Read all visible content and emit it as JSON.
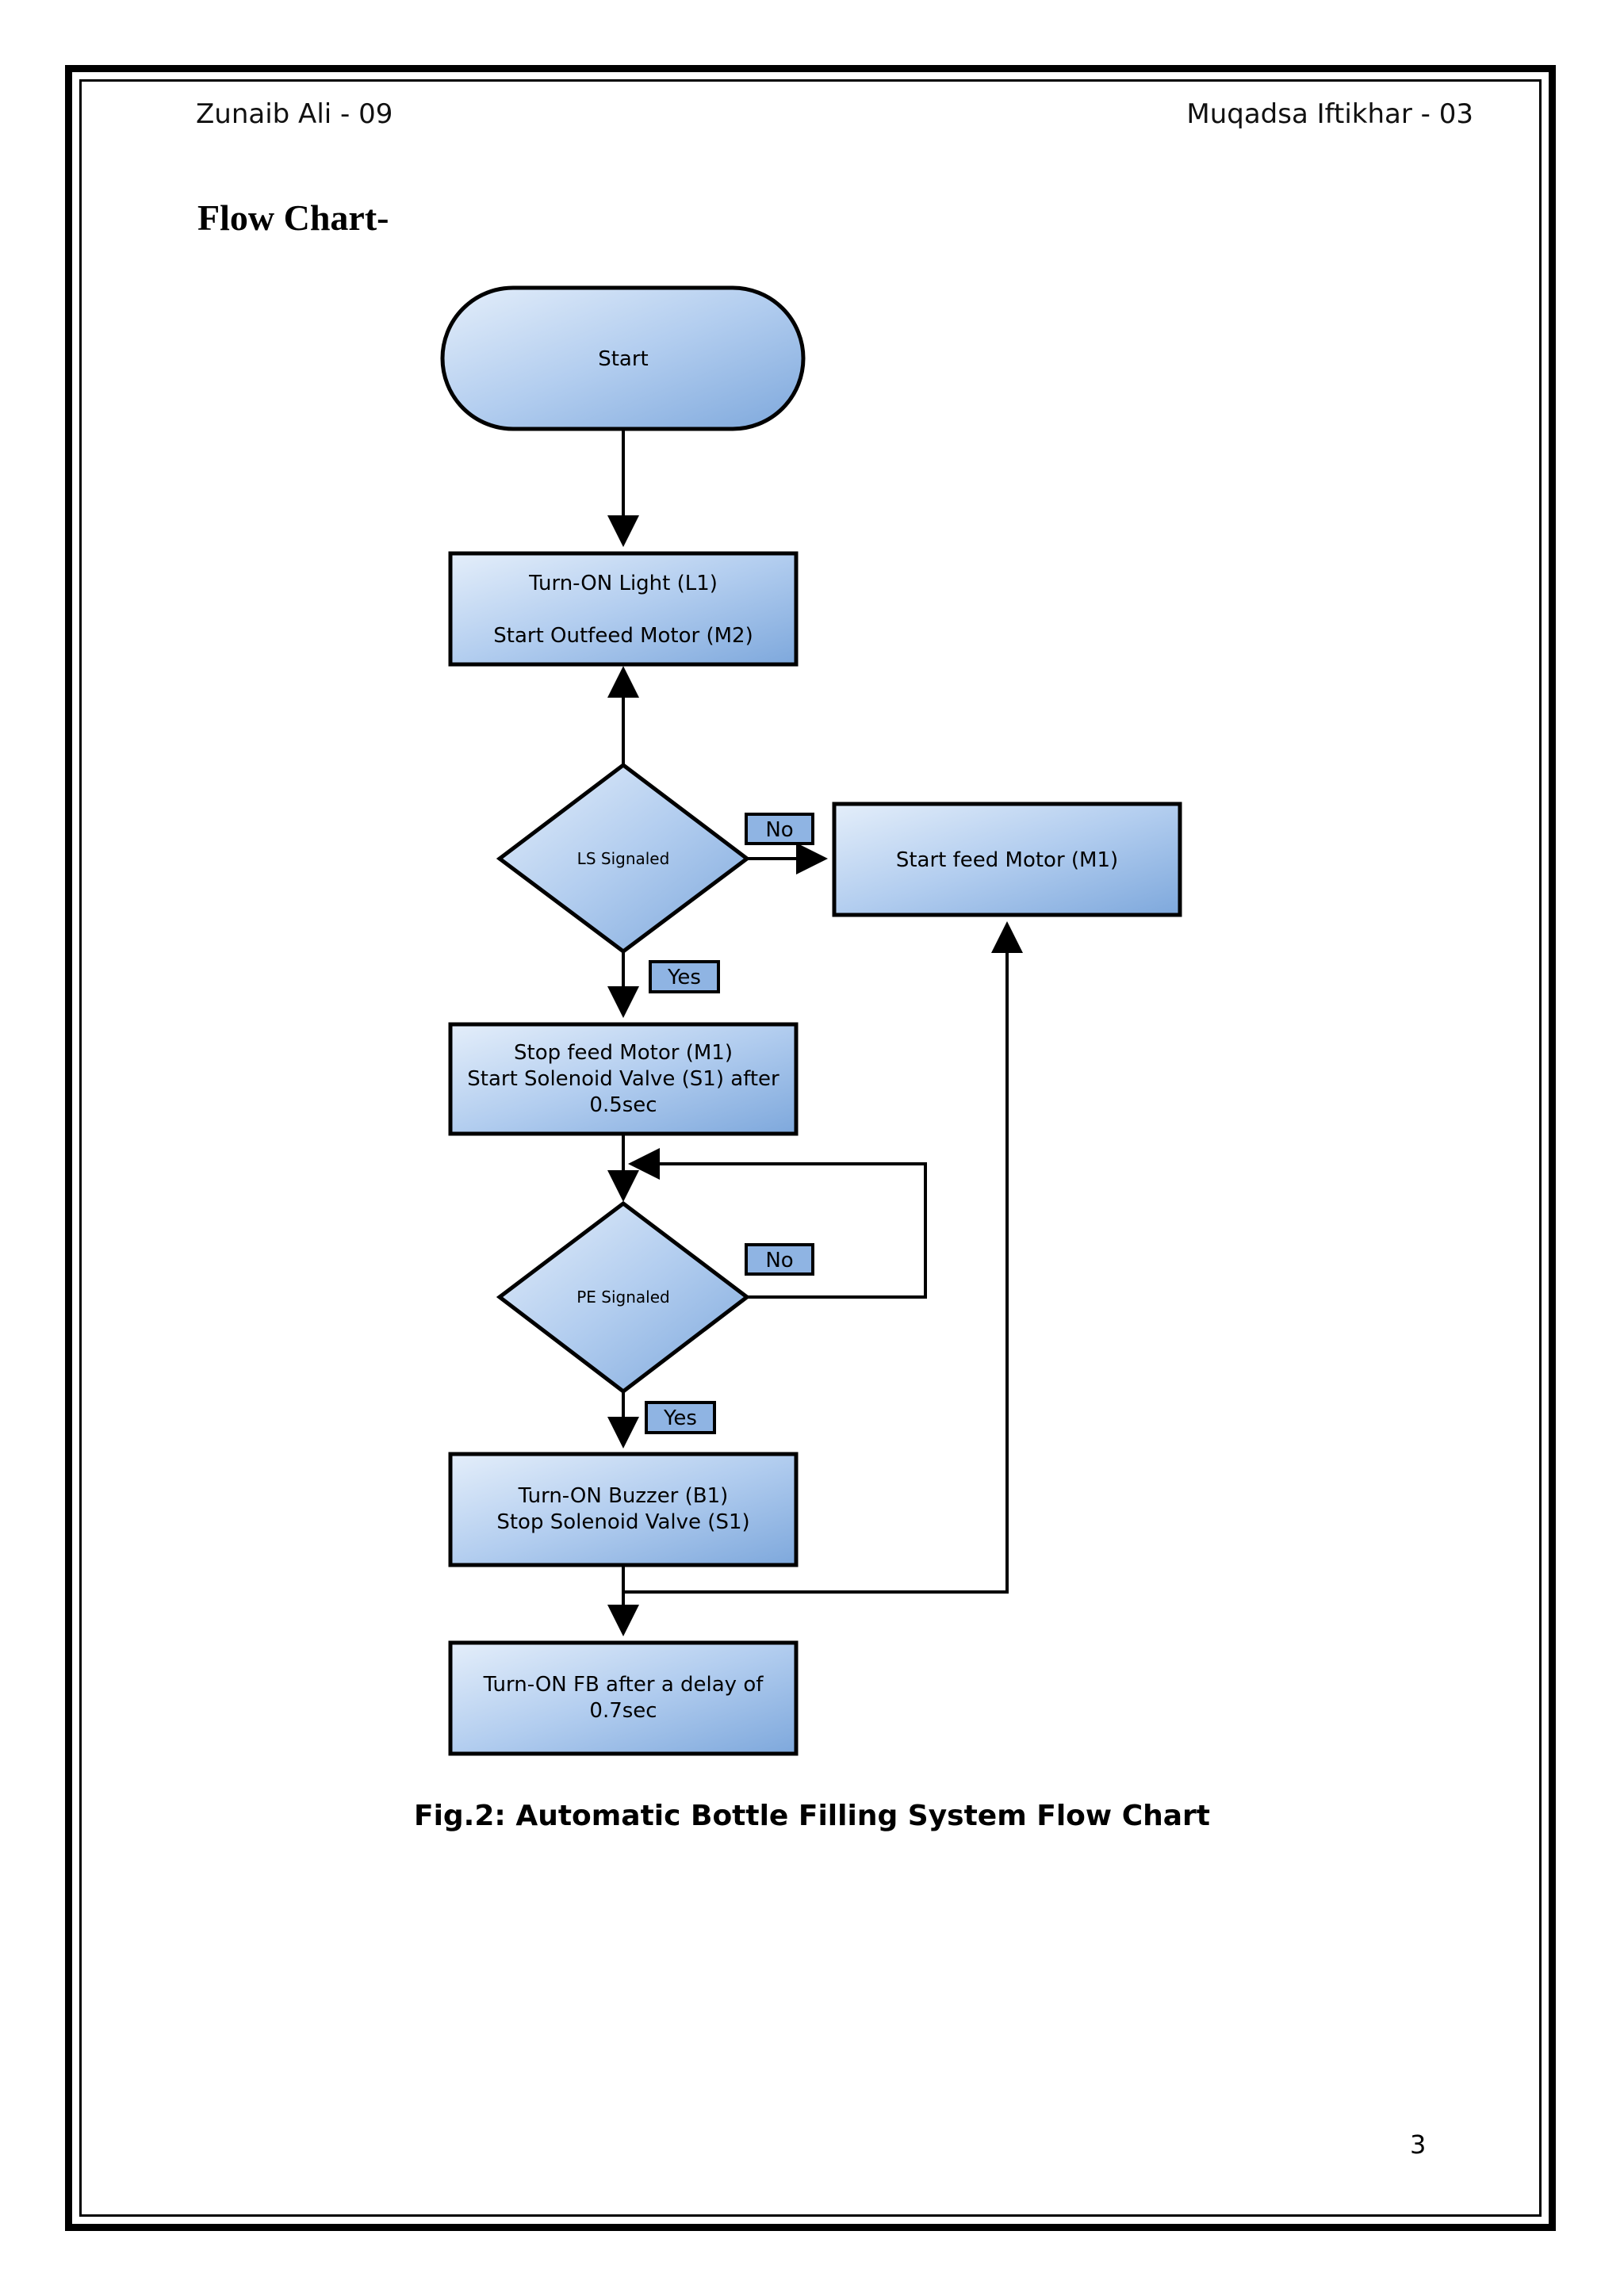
{
  "header": {
    "left": "Zunaib Ali - 09",
    "right": "Muqadsa Iftikhar - 03"
  },
  "section_title": "Flow Chart-",
  "caption": "Fig.2: Automatic Bottle Filling System Flow Chart",
  "page_number": "3",
  "colors": {
    "node_fill_light": "#e4eefa",
    "node_fill_dark": "#7ea8dc",
    "label_fill": "#8fb4e3",
    "stroke": "#000000"
  },
  "nodes": {
    "start": {
      "label": "Start"
    },
    "turn_on_light": {
      "line1": "Turn-ON Light (L1)",
      "line2": "Start Outfeed Motor (M2)"
    },
    "ls_signaled": {
      "label": "LS Signaled"
    },
    "start_feed_motor": {
      "label": "Start feed Motor (M1)"
    },
    "stop_feed_motor": {
      "line1": "Stop feed Motor (M1)",
      "line2": "Start Solenoid Valve (S1) after",
      "line3": "0.5sec"
    },
    "pe_signaled": {
      "label": "PE Signaled"
    },
    "turn_on_buzzer": {
      "line1": "Turn-ON Buzzer (B1)",
      "line2": "Stop Solenoid Valve (S1)"
    },
    "turn_on_fb": {
      "line1": "Turn-ON FB after a delay of",
      "line2": "0.7sec"
    }
  },
  "edge_labels": {
    "ls_no": "No",
    "ls_yes": "Yes",
    "pe_no": "No",
    "pe_yes": "Yes"
  }
}
